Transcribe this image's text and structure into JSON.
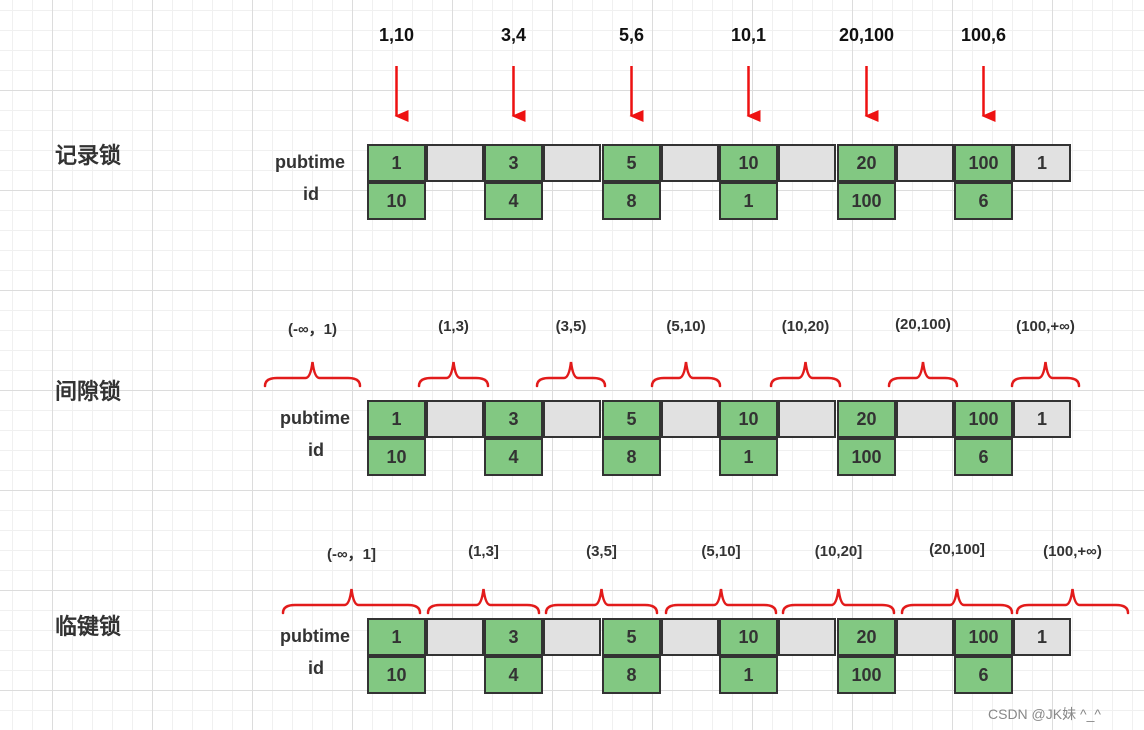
{
  "diagram": {
    "sections": [
      {
        "title": "记录锁",
        "row_labels": [
          "pubtime",
          "id"
        ],
        "markers": [
          "1,10",
          "3,4",
          "5,6",
          "10,1",
          "20,100",
          "100,6"
        ]
      },
      {
        "title": "间隙锁",
        "row_labels": [
          "pubtime",
          "id"
        ],
        "intervals": [
          "(-∞，1)",
          "(1,3)",
          "(3,5)",
          "(5,10)",
          "(10,20)",
          "(20,100)",
          "(100,+∞)"
        ]
      },
      {
        "title": "临键锁",
        "row_labels": [
          "pubtime",
          "id"
        ],
        "intervals": [
          "(-∞，1]",
          "(1,3]",
          "(3,5]",
          "(5,10]",
          "(10,20]",
          "(20,100]",
          "(100,+∞)"
        ]
      }
    ],
    "top_values": [
      "1",
      "3",
      "5",
      "10",
      "20",
      "100",
      "1"
    ],
    "bottom_values": [
      "10",
      "4",
      "8",
      "1",
      "100",
      "6"
    ]
  },
  "colors": {
    "record_green": "#82c882",
    "gap_gray": "#e1e1e1",
    "arrow_red": "#ee1111",
    "brace_red": "#e21b1b"
  },
  "watermark": "CSDN @JK妹 ^_^"
}
